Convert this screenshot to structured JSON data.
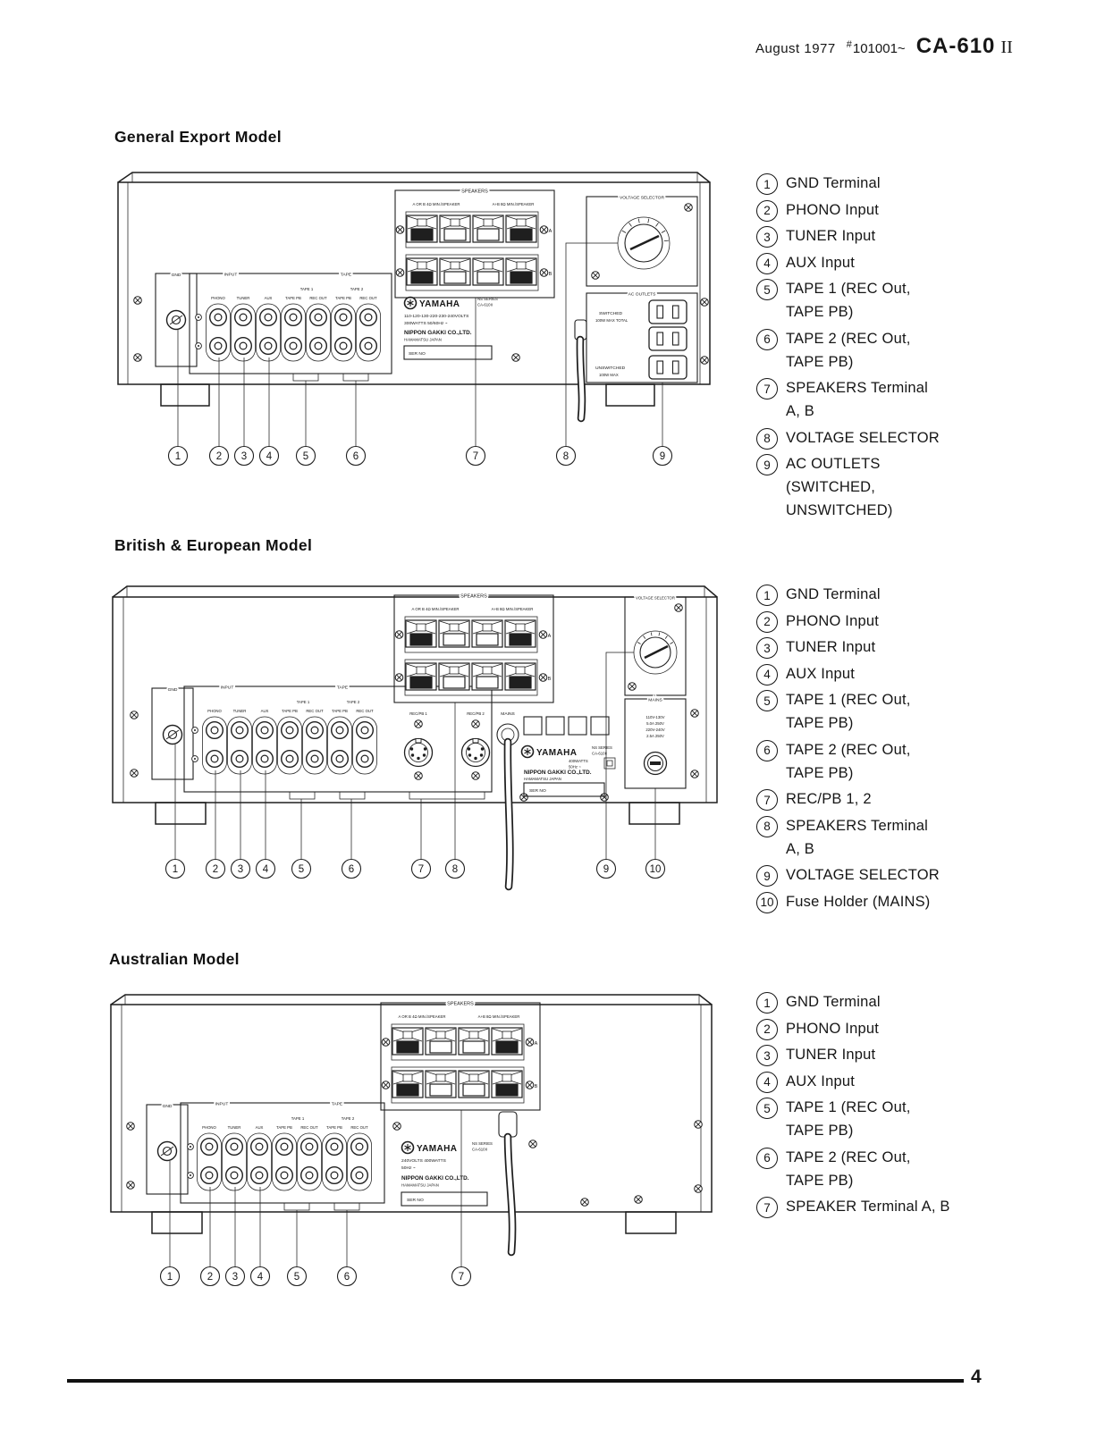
{
  "header": {
    "date": "August 1977",
    "serial_hash": "#",
    "serial": "101001~",
    "model": "CA-610",
    "suffix": "II"
  },
  "footer": {
    "page": "4"
  },
  "models": [
    {
      "title": "General Export Model",
      "legend": [
        {
          "n": "1",
          "text": "GND Terminal"
        },
        {
          "n": "2",
          "text": "PHONO Input"
        },
        {
          "n": "3",
          "text": "TUNER Input"
        },
        {
          "n": "4",
          "text": "AUX Input"
        },
        {
          "n": "5",
          "text": [
            "TAPE 1 (REC Out,",
            "TAPE PB)"
          ]
        },
        {
          "n": "6",
          "text": [
            "TAPE 2 (REC Out,",
            "TAPE PB)"
          ]
        },
        {
          "n": "7",
          "text": [
            "SPEAKERS Terminal",
            "A, B"
          ]
        },
        {
          "n": "8",
          "text": "VOLTAGE SELECTOR"
        },
        {
          "n": "9",
          "text": [
            "AC OUTLETS",
            "(SWITCHED,",
            "UNSWITCHED)"
          ]
        }
      ],
      "panel": {
        "gnd": "GND",
        "input": "INPUT",
        "tape": "TAPE",
        "tape1": "TAPE 1",
        "tape2": "TAPE 2",
        "jacks": [
          "PHONO",
          "TUNER",
          "AUX",
          "TAPE PB",
          "REC OUT",
          "TAPE PB",
          "REC OUT"
        ],
        "speakers": "SPEAKERS",
        "spk_note_a": "A OR B 4Ω MIN./SPEAKER",
        "spk_note_b": "A+B 8Ω MIN./SPEAKER",
        "spk_a": "A",
        "spk_b": "B",
        "brand": "YAMAHA",
        "series": "NS SERIES",
        "model_no": "CA-610II",
        "volts": "110-120-130-220-230-240VOLTS",
        "watts": "300WATTS 50/60Hz ~",
        "maker": "NIPPON GAKKI CO.,LTD.",
        "city": "HAMAMATSU JAPAN",
        "serno": "SER NO",
        "vs_title": "VOLTAGE SELECTOR",
        "ac_title": "AC OUTLETS",
        "switched": "SWITCHED",
        "switched_note": "100W MAX TOTAL",
        "unswitched": "UNSWITCHED",
        "unswitched_note": "100W MAX",
        "callouts": [
          "1",
          "2",
          "3",
          "4",
          "5",
          "6",
          "7",
          "8",
          "9"
        ]
      }
    },
    {
      "title": "British & European Model",
      "legend": [
        {
          "n": "1",
          "text": "GND Terminal"
        },
        {
          "n": "2",
          "text": "PHONO Input"
        },
        {
          "n": "3",
          "text": "TUNER Input"
        },
        {
          "n": "4",
          "text": "AUX Input"
        },
        {
          "n": "5",
          "text": [
            "TAPE 1 (REC Out,",
            "TAPE PB)"
          ]
        },
        {
          "n": "6",
          "text": [
            "TAPE 2 (REC Out,",
            "TAPE PB)"
          ]
        },
        {
          "n": "7",
          "text": "REC/PB 1, 2"
        },
        {
          "n": "8",
          "text": [
            "SPEAKERS Terminal",
            "A, B"
          ]
        },
        {
          "n": "9",
          "text": "VOLTAGE SELECTOR"
        },
        {
          "n": "10",
          "text": "Fuse Holder (MAINS)"
        }
      ],
      "panel": {
        "gnd": "GND",
        "input": "INPUT",
        "tape": "TAPE",
        "tape1": "TAPE 1",
        "tape2": "TAPE 2",
        "jacks": [
          "PHONO",
          "TUNER",
          "AUX",
          "TAPE PB",
          "REC OUT",
          "TAPE PB",
          "REC OUT"
        ],
        "speakers": "SPEAKERS",
        "spk_note_a": "A OR B 4Ω MIN./SPEAKER",
        "spk_note_b": "A+B 8Ω MIN./SPEAKER",
        "spk_a": "A",
        "spk_b": "B",
        "recpb1": "REC/PB 1",
        "recpb2": "REC/PB 2",
        "mains": "MAINS",
        "brand": "YAMAHA",
        "series": "NS SERIES",
        "model_no": "CA-610II",
        "watts": "400WATTS",
        "hz": "50Hz ~",
        "maker": "NIPPON GAKKI CO.,LTD.",
        "city": "HAMAMATSU JAPAN",
        "serno": "SER NO",
        "vs_title": "VOLTAGE SELECTOR",
        "mains_title": "MAINS",
        "fuse_lines": [
          "110V-130V",
          "5.0A 250V",
          "220V-240V",
          "2.5A 250V"
        ],
        "callouts": [
          "1",
          "2",
          "3",
          "4",
          "5",
          "6",
          "7",
          "8",
          "9",
          "10"
        ]
      }
    },
    {
      "title": "Australian Model",
      "legend": [
        {
          "n": "1",
          "text": "GND Terminal"
        },
        {
          "n": "2",
          "text": "PHONO Input"
        },
        {
          "n": "3",
          "text": "TUNER Input"
        },
        {
          "n": "4",
          "text": "AUX Input"
        },
        {
          "n": "5",
          "text": [
            "TAPE 1 (REC Out,",
            "TAPE PB)"
          ]
        },
        {
          "n": "6",
          "text": [
            "TAPE 2 (REC Out,",
            "TAPE PB)"
          ]
        },
        {
          "n": "7",
          "text": "SPEAKER Terminal A, B"
        }
      ],
      "panel": {
        "gnd": "GND",
        "input": "INPUT",
        "tape": "TAPE",
        "tape1": "TAPE 1",
        "tape2": "TAPE 2",
        "jacks": [
          "PHONO",
          "TUNER",
          "AUX",
          "TAPE PB",
          "REC OUT",
          "TAPE PB",
          "REC OUT"
        ],
        "speakers": "SPEAKERS",
        "spk_note_a": "A OR B 4Ω MIN./SPEAKER",
        "spk_note_b": "A+B 8Ω MIN./SPEAKER",
        "spk_a": "A",
        "spk_b": "B",
        "brand": "YAMAHA",
        "series": "NS SERIES",
        "model_no": "CA-610II",
        "volts_watts": "240VOLTS 400WATTS",
        "hz": "50Hz ~",
        "maker": "NIPPON GAKKI CO.,LTD.",
        "city": "HAMAMATSU JAPAN",
        "serno": "SER NO",
        "callouts": [
          "1",
          "2",
          "3",
          "4",
          "5",
          "6",
          "7"
        ]
      }
    }
  ]
}
